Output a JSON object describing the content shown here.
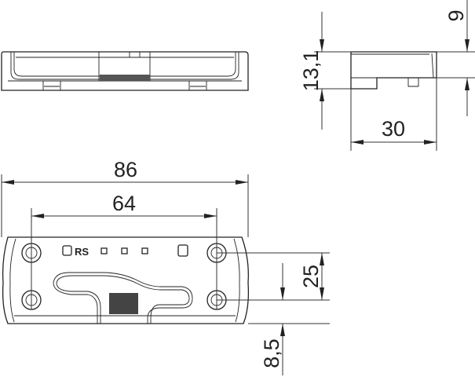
{
  "drawing": {
    "dimensions": {
      "overall_length": "86",
      "hole_spacing_horizontal": "64",
      "hole_spacing_vertical": "25",
      "edge_offset": "8,5",
      "height": "13,1",
      "step_height": "9",
      "depth": "30"
    },
    "marking": "RS",
    "line_color": "#222222"
  }
}
